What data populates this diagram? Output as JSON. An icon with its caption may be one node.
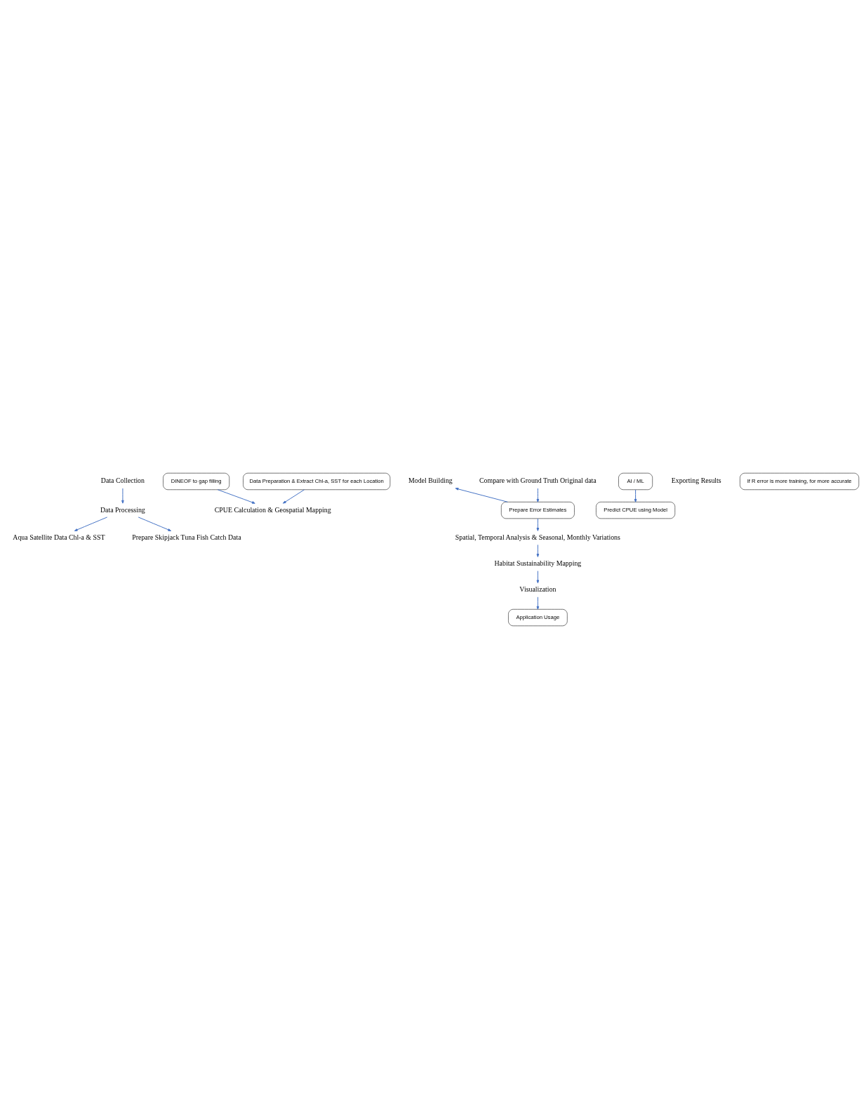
{
  "diagram": {
    "nodes": [
      {
        "text": [
          "Data Collection"
        ]
      },
      {
        "text": [
          "Data Processing"
        ]
      },
      {
        "text": [
          "Aqua Satellite Data Chl-a & SST"
        ]
      },
      {
        "text": [
          "Prepare Skipjack Tuna Fish Catch Data"
        ]
      },
      {
        "text": [
          "DINEOF to gap filling"
        ]
      },
      {
        "text": [
          "Data Preparation & Extract Chl-a, SST for each Location"
        ]
      },
      {
        "text": [
          "CPUE Calculation & Geospatial Mapping"
        ]
      },
      {
        "text": [
          "Model Building"
        ]
      },
      {
        "text": [
          "AI / ML"
        ]
      },
      {
        "text": [
          "Predict CPUE using Model"
        ]
      },
      {
        "text": [
          "Compare with Ground Truth Original data"
        ]
      },
      {
        "text": [
          "Prepare Error Estimates"
        ]
      },
      {
        "text": [
          "Spatial, Temporal Analysis & Seasonal, Monthly Variations"
        ]
      },
      {
        "text": [
          "Habitat Sustainability Mapping"
        ]
      },
      {
        "text": [
          "Visualization"
        ]
      },
      {
        "text": [
          "Application Usage"
        ]
      },
      {
        "text": [
          "Exporting Results"
        ]
      },
      {
        "text": [
          "If R error is more training, for more accurate"
        ]
      }
    ],
    "edges": [
      {
        "from": 0,
        "to": 1,
        "arrow": "to"
      },
      {
        "from": 1,
        "to": 2,
        "arrow": "to"
      },
      {
        "from": 1,
        "to": 3,
        "arrow": "to"
      },
      {
        "from": 4,
        "to": 6,
        "arrow": "to"
      },
      {
        "from": 5,
        "to": 6,
        "arrow": "to"
      },
      {
        "from": 11,
        "to": 7,
        "arrow": "to"
      },
      {
        "from": 8,
        "to": 9,
        "arrow": "to"
      },
      {
        "from": 10,
        "to": 11,
        "arrow": "to"
      },
      {
        "from": 11,
        "to": 12,
        "arrow": "to"
      },
      {
        "from": 12,
        "to": 13,
        "arrow": "to"
      },
      {
        "from": 13,
        "to": 14,
        "arrow": "to"
      },
      {
        "from": 14,
        "to": 15,
        "arrow": "to"
      }
    ]
  }
}
